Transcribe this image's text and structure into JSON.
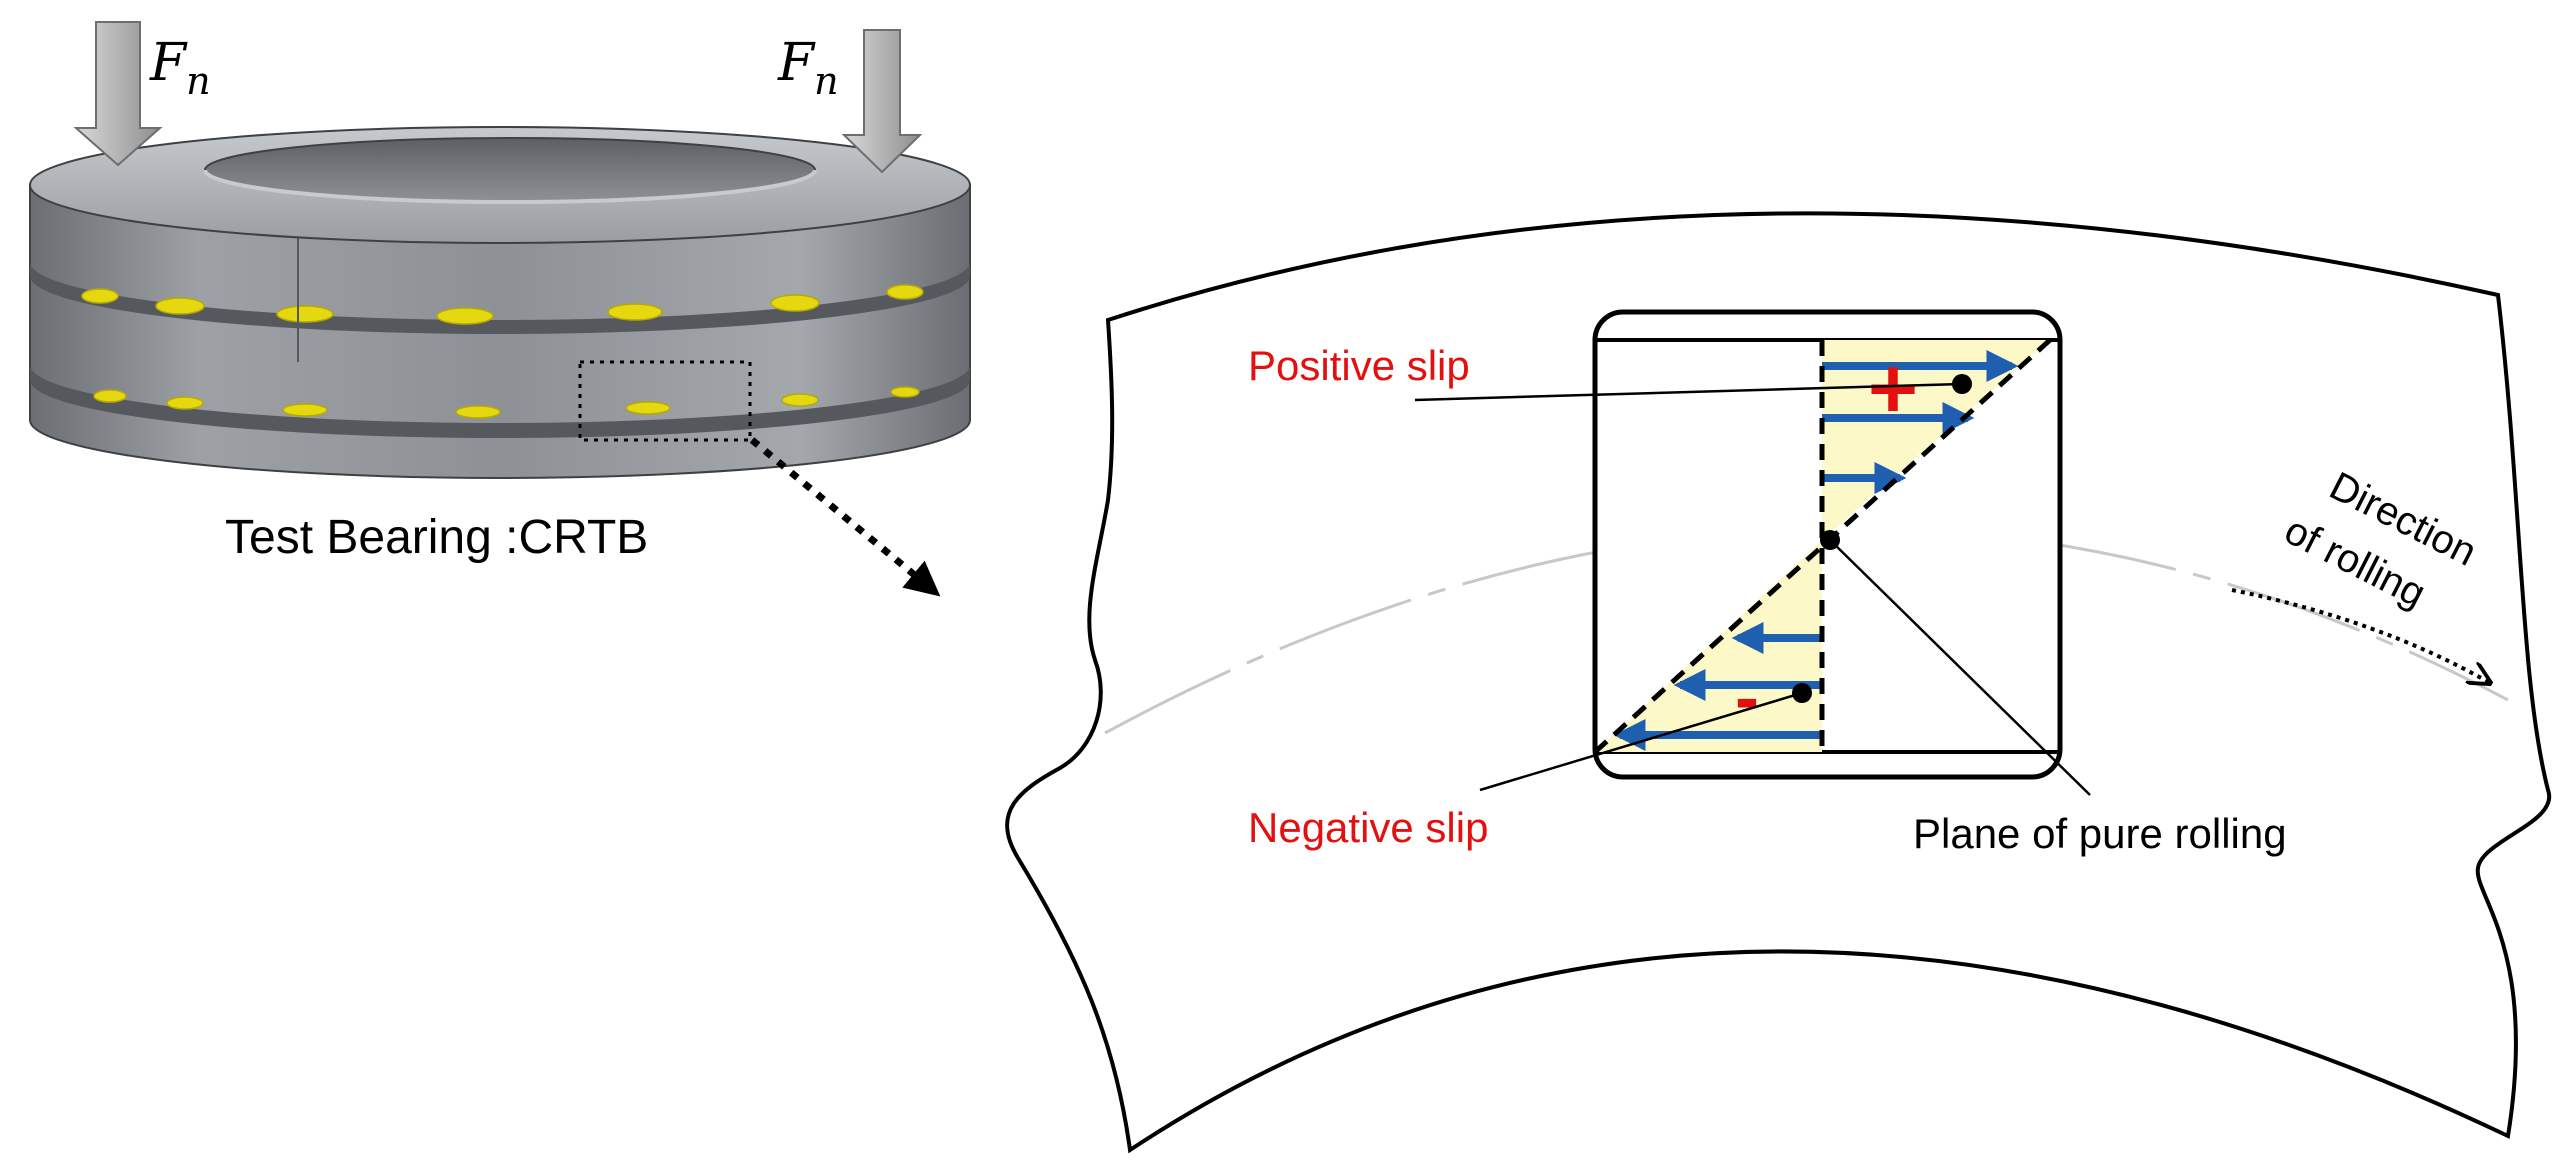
{
  "bearing": {
    "force_symbol": "F",
    "force_subscript": "n",
    "caption": "Test Bearing :CRTB"
  },
  "zoom": {
    "positive_label": "Positive slip",
    "negative_label": "Negative slip",
    "pure_rolling_label": "Plane of pure rolling",
    "direction_line1": "Direction",
    "direction_line2": "of rolling",
    "plus_sign": "+",
    "minus_sign": "-"
  },
  "colors": {
    "slip_text": "#e3100f",
    "arrow_blue": "#1f5fb0",
    "highlight": "#fdf8c8",
    "bearing_steel": "#8a8e94",
    "rollers": "#e5d80f",
    "force_arrow": "#b9b9b9"
  }
}
